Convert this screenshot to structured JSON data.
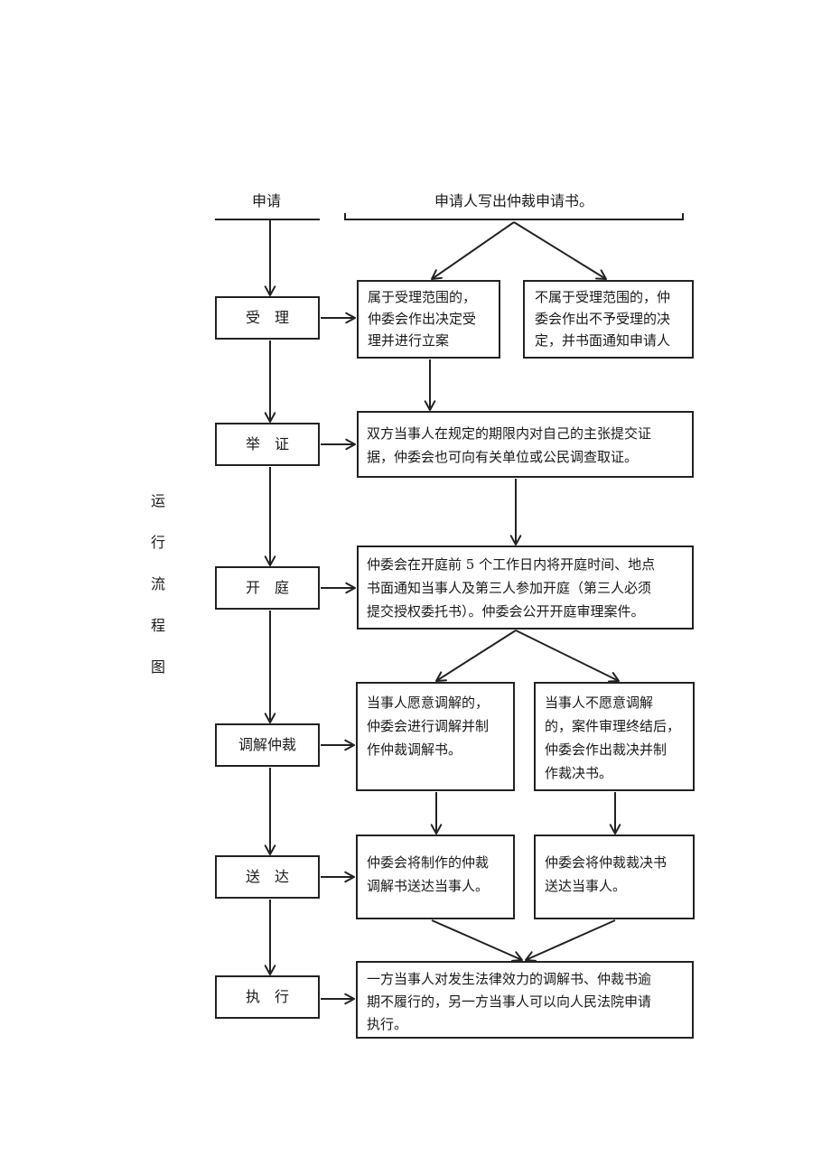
{
  "side_title": [
    "运",
    "行",
    "流",
    "程",
    "图"
  ],
  "header": {
    "stage": "申请",
    "desc": "申请人写出仲裁申请书。"
  },
  "stages": [
    "受　理",
    "举　证",
    "开　庭",
    "调解仲裁",
    "送　达",
    "执　行"
  ],
  "boxes": {
    "accept_yes": [
      "属于受理范围的，",
      "仲委会作出决定受",
      "理并进行立案"
    ],
    "accept_no": [
      "不属于受理范围的，仲",
      "委会作出不予受理的决",
      "定，并书面通知申请人"
    ],
    "evidence": [
      "双方当事人在规定的期限内对自己的主张提交证",
      "据，仲委会也可向有关单位或公民调查取证。"
    ],
    "hearing": [
      "仲委会在开庭前 5 个工作日内将开庭时间、地点",
      "书面通知当事人及第三人参加开庭（第三人必须",
      "提交授权委托书）。仲委会公开开庭审理案件。"
    ],
    "mediate_yes": [
      "当事人愿意调解的，",
      "仲委会进行调解并制",
      "作仲裁调解书。"
    ],
    "mediate_no": [
      "当事人不愿意调解",
      "的，案件审理终结后，",
      "仲委会作出裁决并制",
      "作裁决书。"
    ],
    "deliver_mediation": [
      "仲委会将制作的仲裁",
      "调解书送达当事人。"
    ],
    "deliver_award": [
      "仲委会将仲裁裁决书",
      "送达当事人。"
    ],
    "execute": [
      "一方当事人对发生法律效力的调解书、仲裁书逾",
      "期不履行的，另一方当事人可以向人民法院申请",
      "执行。"
    ]
  }
}
